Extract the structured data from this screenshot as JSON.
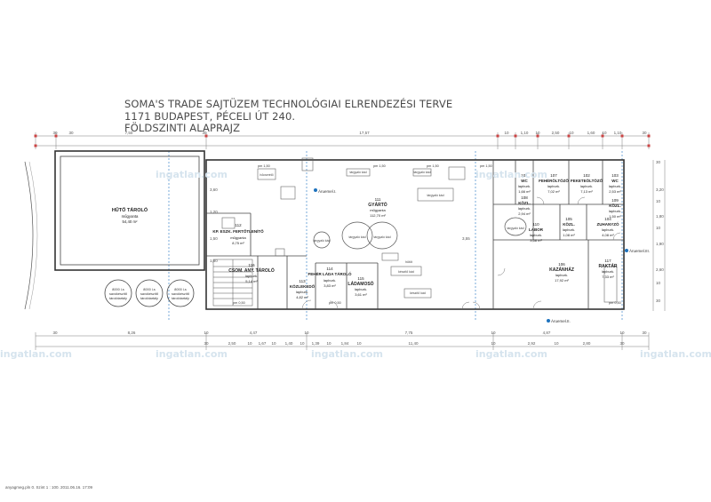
{
  "header": {
    "line1": "SOMA'S TRADE SAJTÜZEM TECHNOLÓGIAI ELRENDEZÉSI TERVE",
    "line2": "1171 BUDAPEST, PÉCELI ÚT 240.",
    "line3": "FÖLDSZINTI ALAPRAJZ"
  },
  "footer": "anyagmeg.pln 0. Szint 1 : 100. 2011.06.16. 17:09",
  "watermark": "ingatlan.com",
  "rooms": {
    "r101": {
      "no": "101",
      "name": "WC",
      "sub": "lapburk.",
      "area": "1,66 m²"
    },
    "r102": {
      "no": "102",
      "name": "FEKETEÖLTÖZŐ",
      "sub": "lapburk.",
      "area": "7,13 m²"
    },
    "r103": {
      "no": "103",
      "name": "WC",
      "sub": "lapburk.",
      "area": "2,53 m²"
    },
    "r104": {
      "no": "104",
      "name": "ZUHANYZÓ",
      "sub": "lapburk.",
      "area": "4,08 m²"
    },
    "r105": {
      "no": "105",
      "name": "KÖZL.",
      "sub": "lapburk.",
      "area": "1,08 m²"
    },
    "r106": {
      "no": "106",
      "name": "KAZÁNHÁZ",
      "sub": "lapburk.",
      "area": "17,92 m²"
    },
    "r107": {
      "no": "107",
      "name": "FEHÉRÖLTÖZŐ",
      "sub": "lapburk.",
      "area": "7,02 m²"
    },
    "r108": {
      "no": "108",
      "name": "KÖZL.",
      "sub": "lapburk.",
      "area": "2,94 m²"
    },
    "r109": {
      "no": "109",
      "name": "KÖZL.",
      "sub": "lapburk.",
      "area": "1,50 m²"
    },
    "r110": {
      "no": "110",
      "name": "LABOR",
      "sub": "lapburk.",
      "area": "3,68 m²"
    },
    "r111": {
      "no": "111",
      "name": "GYÁRTÓ",
      "sub": "műgyanta",
      "area": "112,70 m²"
    },
    "r112": {
      "no": "112",
      "name": "KP. ESZK. FERTŐTLENÍTŐ",
      "sub": "műgyanta",
      "area": "8,75 m²"
    },
    "r113": {
      "no": "113",
      "name": "KÖZLEKEDŐ",
      "sub": "lapburk.",
      "area": "4,82 m²"
    },
    "r114": {
      "no": "114",
      "name": "FEHÉR LÁDA TÁROLÓ",
      "sub": "lapburk.",
      "area": "3,83 m²"
    },
    "r115": {
      "no": "115",
      "name": "LÁDAMOSÓ",
      "sub": "lapburk.",
      "area": "3,61 m²"
    },
    "r116": {
      "no": "116",
      "name": "CSOM. ANY. TÁROLÓ",
      "sub": "lapburk.",
      "area": "5,14 m²"
    },
    "r117": {
      "no": "117",
      "name": "RAKTÁR",
      "sub": "lapburk.",
      "area": "7,33 m²"
    },
    "rtarolo": {
      "name": "HŰTŐ TÁROLÓ",
      "sub": "műgyanta",
      "area": "54,40 m²"
    }
  },
  "tanks": [
    {
      "name": "8000 l-s",
      "sub": "savókészítő",
      "sub2": "tárolótartály"
    },
    {
      "name": "8000 l-s",
      "sub": "savókészítő",
      "sub2": "tárolótartály"
    },
    {
      "name": "8000 l-s",
      "sub": "savókészítő",
      "sub2": "tárolótartály"
    }
  ],
  "equipment": {
    "e1": "tárgyaló kád",
    "e2": "tárgyaló kád",
    "e3": "tárgyaló kád",
    "e4": "tárgyaló kád",
    "e5": "tárgyaló kád",
    "e6": "készítő kád",
    "e7": "készítő kád",
    "e8": "hőcserélő",
    "e9": "hűtőt",
    "e10": "tárgyaló kád",
    "e11": "tárgyaló kád"
  },
  "marks": {
    "arum1": "Áruemel.I.",
    "arum2": "Áruemel.II.",
    "arum3": "Áruemel.III.",
    "pm1": "pm 1,50",
    "pm2": "pm 1,50",
    "pm3": "pm 1,50",
    "pm4": "pm 1,50",
    "pm5": "pm 0,50",
    "pm6": "pm 0,50",
    "pm7": "pm 0,50"
  },
  "dims": {
    "top_left": [
      "30",
      "30",
      "7,50",
      "30"
    ],
    "top_mid": [
      "17,57"
    ],
    "top_right": [
      "10",
      "1,10",
      "10",
      "2,50",
      "10",
      "1,60",
      "10",
      "1,10",
      "30"
    ],
    "bottom_row1": [
      "30",
      "8,26",
      "10",
      "4,47",
      "10",
      "7,75",
      "10",
      "4,87",
      "10",
      "30"
    ],
    "bottom_row2": [
      "30",
      "2,50",
      "10",
      "1,67",
      "10",
      "1,40",
      "10",
      "1,39",
      "10",
      "1,84",
      "10",
      "11,40",
      "10",
      "2,92",
      "10",
      "2,80",
      "30"
    ],
    "left_v": [
      "3,60",
      "1,20",
      "1,50",
      "3,55",
      "1,80"
    ],
    "right_v": [
      "30",
      "3,20",
      "10",
      "1,80",
      "10",
      "1,90",
      "2,60",
      "10",
      "30"
    ]
  }
}
